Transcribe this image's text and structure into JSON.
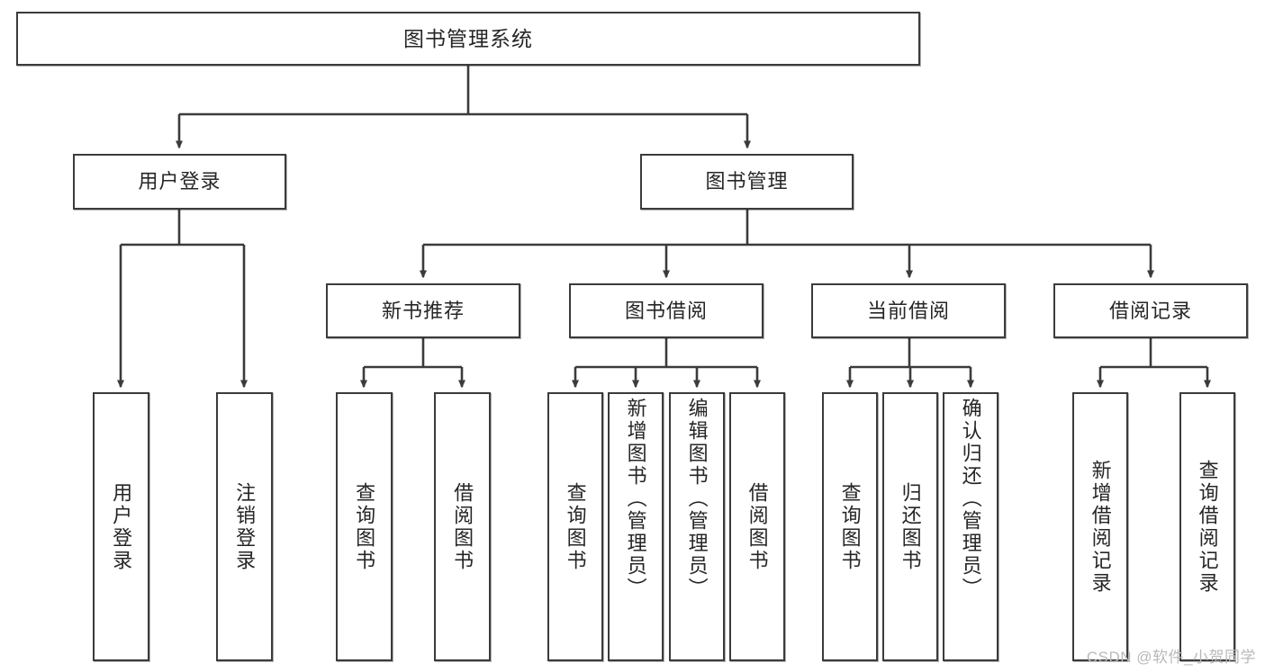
{
  "diagram": {
    "title": "图书管理系统",
    "root": {
      "label": "图书管理系统"
    },
    "level2": [
      {
        "label": "用户登录"
      },
      {
        "label": "图书管理"
      }
    ],
    "level3": [
      {
        "label": "新书推荐"
      },
      {
        "label": "图书借阅"
      },
      {
        "label": "当前借阅"
      },
      {
        "label": "借阅记录"
      }
    ],
    "leaves": {
      "user_login": [
        {
          "label": "用户登录"
        },
        {
          "label": "注销登录"
        }
      ],
      "new_book": [
        {
          "label": "查询图书"
        },
        {
          "label": "借阅图书"
        }
      ],
      "book_borrow": [
        {
          "label": "查询图书"
        },
        {
          "label": "新增图书（管理员）"
        },
        {
          "label": "编辑图书（管理员）"
        },
        {
          "label": "借阅图书"
        }
      ],
      "current_borrow": [
        {
          "label": "查询图书"
        },
        {
          "label": "归还图书"
        },
        {
          "label": "确认归还（管理员）"
        }
      ],
      "borrow_record": [
        {
          "label": "新增借阅记录"
        },
        {
          "label": "查询借阅记录"
        }
      ]
    }
  },
  "watermark": {
    "text": "CSDN @软件_小贺同学"
  },
  "colors": {
    "stroke": "#3b3b3b",
    "text": "#262626",
    "background": "#ffffff",
    "watermark": "#b9b9b9"
  }
}
